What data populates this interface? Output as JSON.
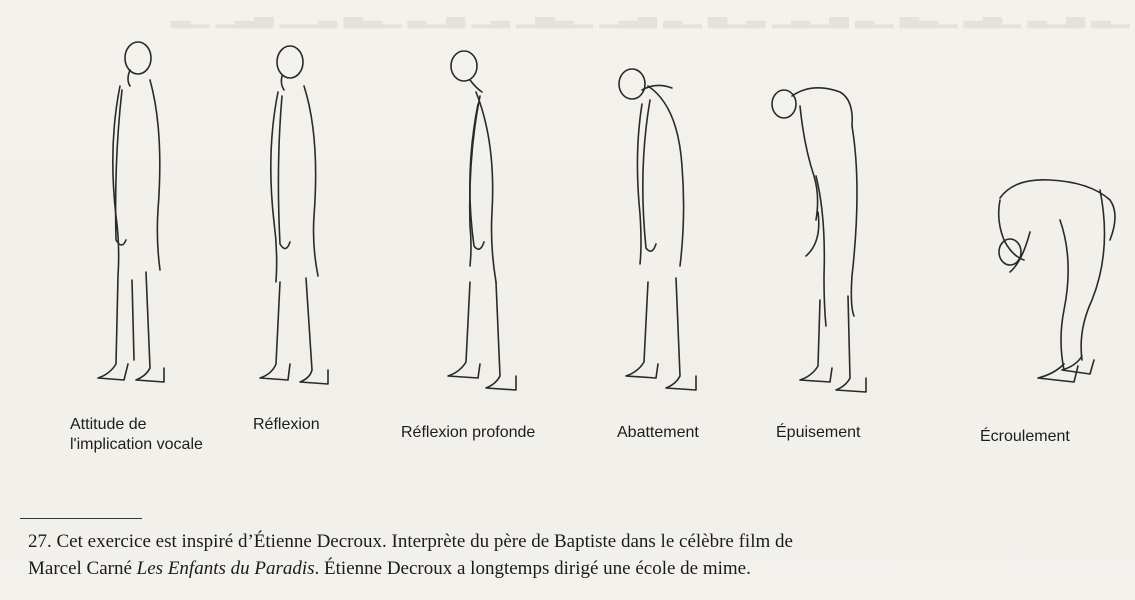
{
  "figure": {
    "captions": [
      {
        "id": "implication",
        "line1": "Attitude de",
        "line2": "l'implication vocale"
      },
      {
        "id": "reflexion",
        "line1": "Réflexion"
      },
      {
        "id": "reflexion-profonde",
        "line1": "Réflexion profonde"
      },
      {
        "id": "abattement",
        "line1": "Abattement"
      },
      {
        "id": "epuisement",
        "line1": "Épuisement"
      },
      {
        "id": "ecroulement",
        "line1": "Écroulement"
      }
    ]
  },
  "footnote": {
    "number": "27.",
    "text1": " Cet exercice est inspiré d’Étienne Decroux. Interprète du père de Baptiste dans le célèbre film de",
    "text2a": "Marcel Carné ",
    "text2_title": "Les Enfants du Paradis",
    "text2b": ". Étienne Decroux a longtemps dirigé une école de mime."
  },
  "colors": {
    "ink": "#1d1d1d",
    "paper": "#f3f1ec",
    "bleed": "#d9d5cc"
  }
}
